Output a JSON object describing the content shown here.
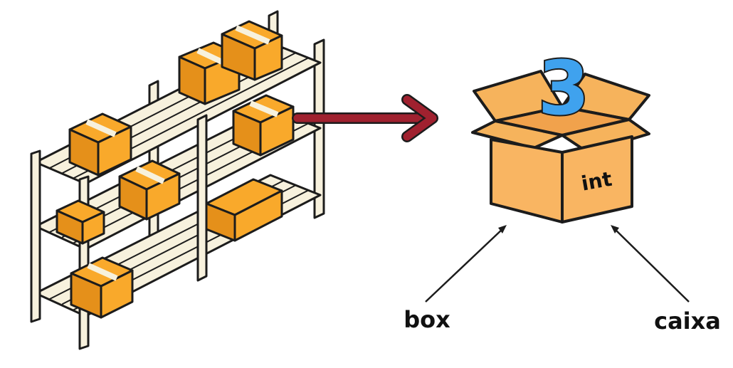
{
  "colors": {
    "box_fill": "#F9B562",
    "box_flap_fill": "#F6B35C",
    "box_inside": "#F1A24C",
    "shelf_fill": "#F7F1DD",
    "shelf_stroke": "#1C1C1C",
    "small_box_fill": "#F9A92B",
    "small_box_shade": "#E5901A",
    "arrow_red": "#A0212F",
    "number_blue": "#3FA2EE",
    "number_light": "#8FD0FF",
    "text_black": "#111111"
  },
  "icons": {
    "shelf": "warehouse-shelf-illustration",
    "box": "open-cardboard-box-icon",
    "arrow": "arrow-right-icon"
  },
  "diagram": {
    "value_in_box": "3",
    "type_on_box": "int",
    "label_box_en": "box",
    "label_box_pt": "caixa"
  }
}
